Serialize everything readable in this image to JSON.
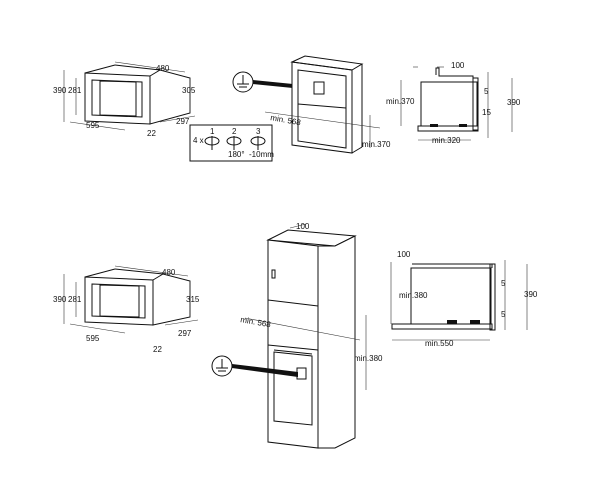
{
  "top": {
    "unit_dims": {
      "depth": "480",
      "height_total": "390",
      "height_inner": "281",
      "height_rear": "305",
      "width": "595",
      "side_depth": "297",
      "front_depth": "22"
    },
    "inset": {
      "count": "4 x",
      "step1": "1",
      "step2": "2",
      "step3": "3",
      "rotate": "180°",
      "offset": "-10mm"
    },
    "cabinet": {
      "depth_min": "min. 568",
      "height_min": "min.370"
    },
    "side_view": {
      "top_offset": "100",
      "height_min": "min.370",
      "gap_top": "5",
      "gap_bottom": "15",
      "height_total": "390",
      "depth_min": "min.320"
    }
  },
  "bottom": {
    "unit_dims": {
      "depth": "480",
      "height_total": "390",
      "height_inner": "281",
      "height_rear": "315",
      "width": "595",
      "side_depth": "297",
      "front_depth": "22"
    },
    "tall_cabinet": {
      "top_offset": "100",
      "depth_min": "min. 568",
      "height_min": "min.380"
    },
    "side_view": {
      "top_offset": "100",
      "height_min": "min.380",
      "gap_top": "5",
      "gap_bottom": "5",
      "height_total": "390",
      "depth_min": "min.550"
    }
  }
}
